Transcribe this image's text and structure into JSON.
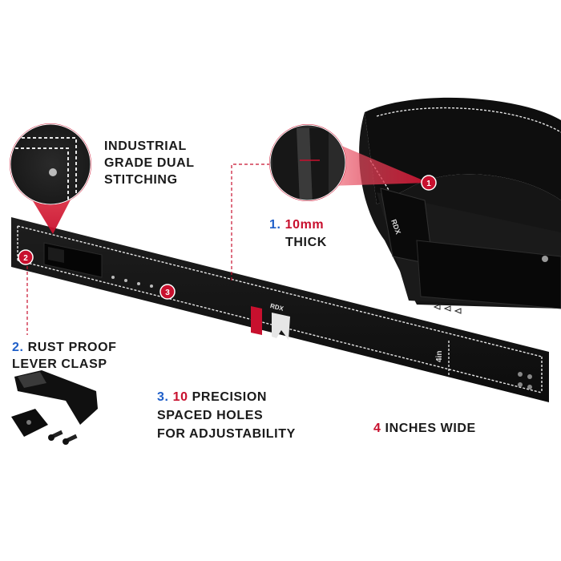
{
  "callouts": {
    "stitching": {
      "lines": [
        "INDUSTRIAL",
        "GRADE DUAL",
        "STITCHING"
      ]
    },
    "thick": {
      "number": "1.",
      "value": "10mm",
      "line2": "THICK",
      "badge": "1"
    },
    "clasp": {
      "number": "2.",
      "line1": "RUST PROOF",
      "line2": "LEVER CLASP",
      "badge": "2"
    },
    "holes": {
      "number": "3.",
      "count": "10",
      "line1_rest": "PRECISION",
      "line2": "SPACED HOLES",
      "line3": "FOR ADJUSTABILITY",
      "badge": "3"
    },
    "width": {
      "number": "4",
      "rest": "INCHES WIDE",
      "measure": "4in"
    }
  },
  "brand": {
    "logo_text": "RDX"
  },
  "colors": {
    "accent_red": "#c8102e",
    "accent_blue": "#1f5fc9",
    "belt_black": "#141414",
    "stitch": "#e8e8e8"
  }
}
